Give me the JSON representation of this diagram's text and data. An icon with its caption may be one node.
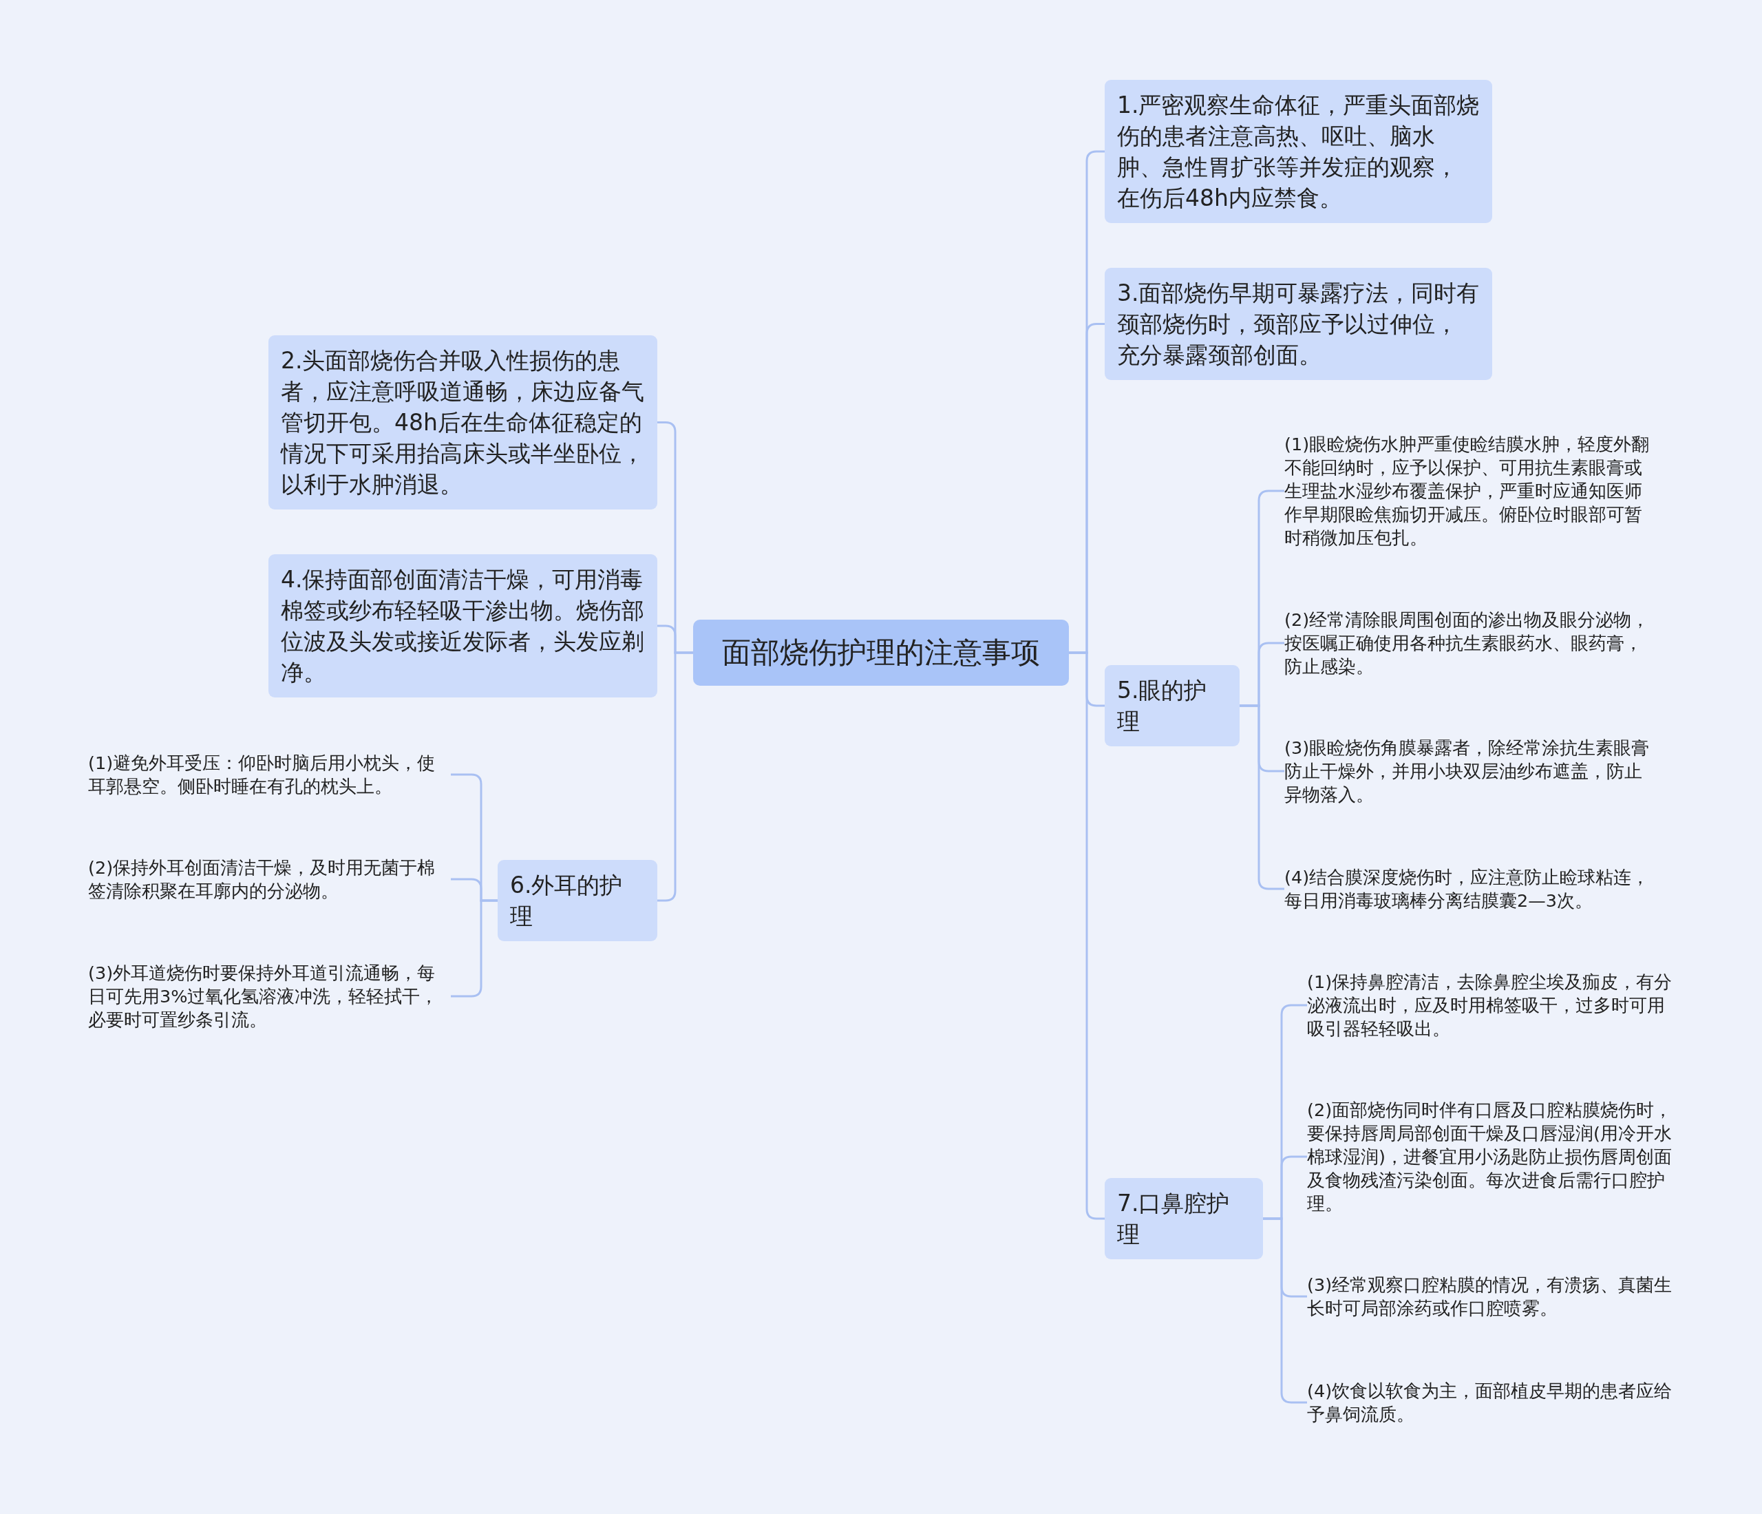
{
  "diagram": {
    "nodes": [
      {
        "text": [
          "面部烧伤护理的注意事项"
        ]
      },
      {
        "text": [
          "1.严密观察生命体征，严重头面部烧伤的患者注意高热、呕吐、脑水肿、急性胃扩张等并发症的观察，在伤后48h内应禁食。"
        ]
      },
      {
        "text": [
          "3.面部烧伤早期可暴露疗法，同时有颈部烧伤时，颈部应予以过伸位，充分暴露颈部创面。"
        ]
      },
      {
        "text": [
          "5.眼的护理"
        ]
      },
      {
        "text": [
          "(1)眼睑烧伤水肿严重使睑结膜水肿，轻度外翻不能回纳时，应予以保护、可用抗生素眼膏或生理盐水湿纱布覆盖保护，严重时应通知医师作早期限睑焦痂切开减压。俯卧位时眼部可暂时稍微加压包扎。"
        ]
      },
      {
        "text": [
          "(2)经常清除眼周围创面的渗出物及眼分泌物，按医嘱正确使用各种抗生素眼药水、眼药膏，防止感染。"
        ]
      },
      {
        "text": [
          "(3)眼睑烧伤角膜暴露者，除经常涂抗生素眼膏防止干燥外，并用小块双层油纱布遮盖，防止异物落入。"
        ]
      },
      {
        "text": [
          "(4)结合膜深度烧伤时，应注意防止睑球粘连，每日用消毒玻璃棒分离结膜囊2—3次。"
        ]
      },
      {
        "text": [
          "7.口鼻腔护理"
        ]
      },
      {
        "text": [
          "(1)保持鼻腔清洁，去除鼻腔尘埃及痂皮，有分泌液流出时，应及时用棉签吸干，过多时可用吸引器轻轻吸出。"
        ]
      },
      {
        "text": [
          "(2)面部烧伤同时伴有口唇及口腔粘膜烧伤时，要保持唇周局部创面干燥及口唇湿润(用冷开水棉球湿润)，进餐宜用小汤匙防止损伤唇周创面及食物残渣污染创面。每次进食后需行口腔护理。"
        ]
      },
      {
        "text": [
          "(3)经常观察口腔粘膜的情况，有溃疡、真菌生长时可局部涂药或作口腔喷雾。"
        ]
      },
      {
        "text": [
          "(4)饮食以软食为主，面部植皮早期的患者应给予鼻饲流质。"
        ]
      },
      {
        "text": [
          "2.头面部烧伤合并吸入性损伤的患者，应注意呼吸道通畅，床边应备气管切开包。48h后在生命体征稳定的情况下可采用抬高床头或半坐卧位，以利于水肿消退。"
        ]
      },
      {
        "text": [
          "4.保持面部创面清洁干燥，可用消毒棉签或纱布轻轻吸干渗出物。烧伤部位波及头发或接近发际者，头发应剃净。"
        ]
      },
      {
        "text": [
          "6.外耳的护理"
        ]
      },
      {
        "text": [
          "(1)避免外耳受压：仰卧时脑后用小枕头，使耳郭悬空。侧卧时睡在有孔的枕头上。"
        ]
      },
      {
        "text": [
          "(2)保持外耳创面清洁干燥，及时用无菌于棉签清除积聚在耳廓内的分泌物。"
        ]
      },
      {
        "text": [
          "(3)外耳道烧伤时要保持外耳道引流通畅，每日可先用3%过氧化氢溶液冲洗，轻轻拭干，必要时可置纱条引流。"
        ]
      }
    ],
    "edges": [
      {
        "from": 0,
        "to": 1,
        "arrow": "none"
      },
      {
        "from": 0,
        "to": 2,
        "arrow": "none"
      },
      {
        "from": 0,
        "to": 3,
        "arrow": "none"
      },
      {
        "from": 3,
        "to": 4,
        "arrow": "none"
      },
      {
        "from": 3,
        "to": 5,
        "arrow": "none"
      },
      {
        "from": 3,
        "to": 6,
        "arrow": "none"
      },
      {
        "from": 3,
        "to": 7,
        "arrow": "none"
      },
      {
        "from": 0,
        "to": 8,
        "arrow": "none"
      },
      {
        "from": 8,
        "to": 9,
        "arrow": "none"
      },
      {
        "from": 8,
        "to": 10,
        "arrow": "none"
      },
      {
        "from": 8,
        "to": 11,
        "arrow": "none"
      },
      {
        "from": 8,
        "to": 12,
        "arrow": "none"
      },
      {
        "from": 0,
        "to": 13,
        "arrow": "none"
      },
      {
        "from": 0,
        "to": 14,
        "arrow": "none"
      },
      {
        "from": 0,
        "to": 15,
        "arrow": "none"
      },
      {
        "from": 15,
        "to": 16,
        "arrow": "none"
      },
      {
        "from": 15,
        "to": 17,
        "arrow": "none"
      },
      {
        "from": 15,
        "to": 18,
        "arrow": "none"
      }
    ]
  }
}
